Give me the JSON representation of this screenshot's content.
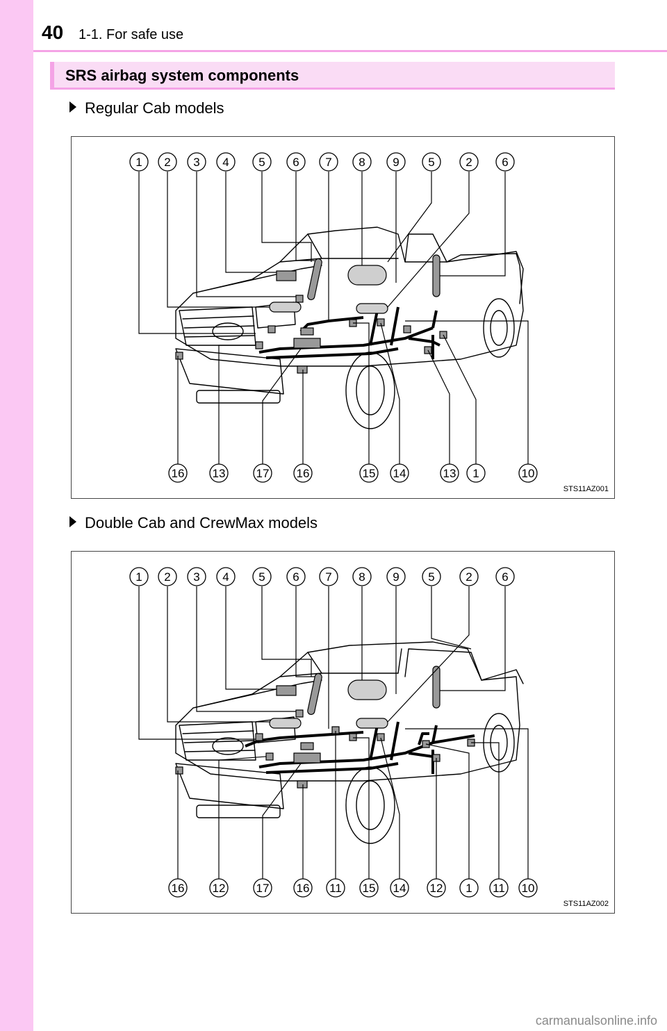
{
  "header": {
    "page_number": "40",
    "chapter": "1-1. For safe use"
  },
  "section": {
    "title": "SRS airbag system components"
  },
  "figures": [
    {
      "caption": "Regular Cab models",
      "code": "STS11AZ001",
      "top_callouts": [
        "1",
        "2",
        "3",
        "4",
        "5",
        "6",
        "7",
        "8",
        "9",
        "5",
        "2",
        "6"
      ],
      "bottom_callouts": [
        "16",
        "13",
        "17",
        "16",
        "15",
        "14",
        "13",
        "1",
        "10"
      ]
    },
    {
      "caption": "Double Cab and CrewMax models",
      "code": "STS11AZ002",
      "top_callouts": [
        "1",
        "2",
        "3",
        "4",
        "5",
        "6",
        "7",
        "8",
        "9",
        "5",
        "2",
        "6"
      ],
      "bottom_callouts": [
        "16",
        "12",
        "17",
        "16",
        "11",
        "15",
        "14",
        "12",
        "1",
        "11",
        "10"
      ]
    }
  ],
  "footer": {
    "watermark": "carmanualsonline.info"
  }
}
